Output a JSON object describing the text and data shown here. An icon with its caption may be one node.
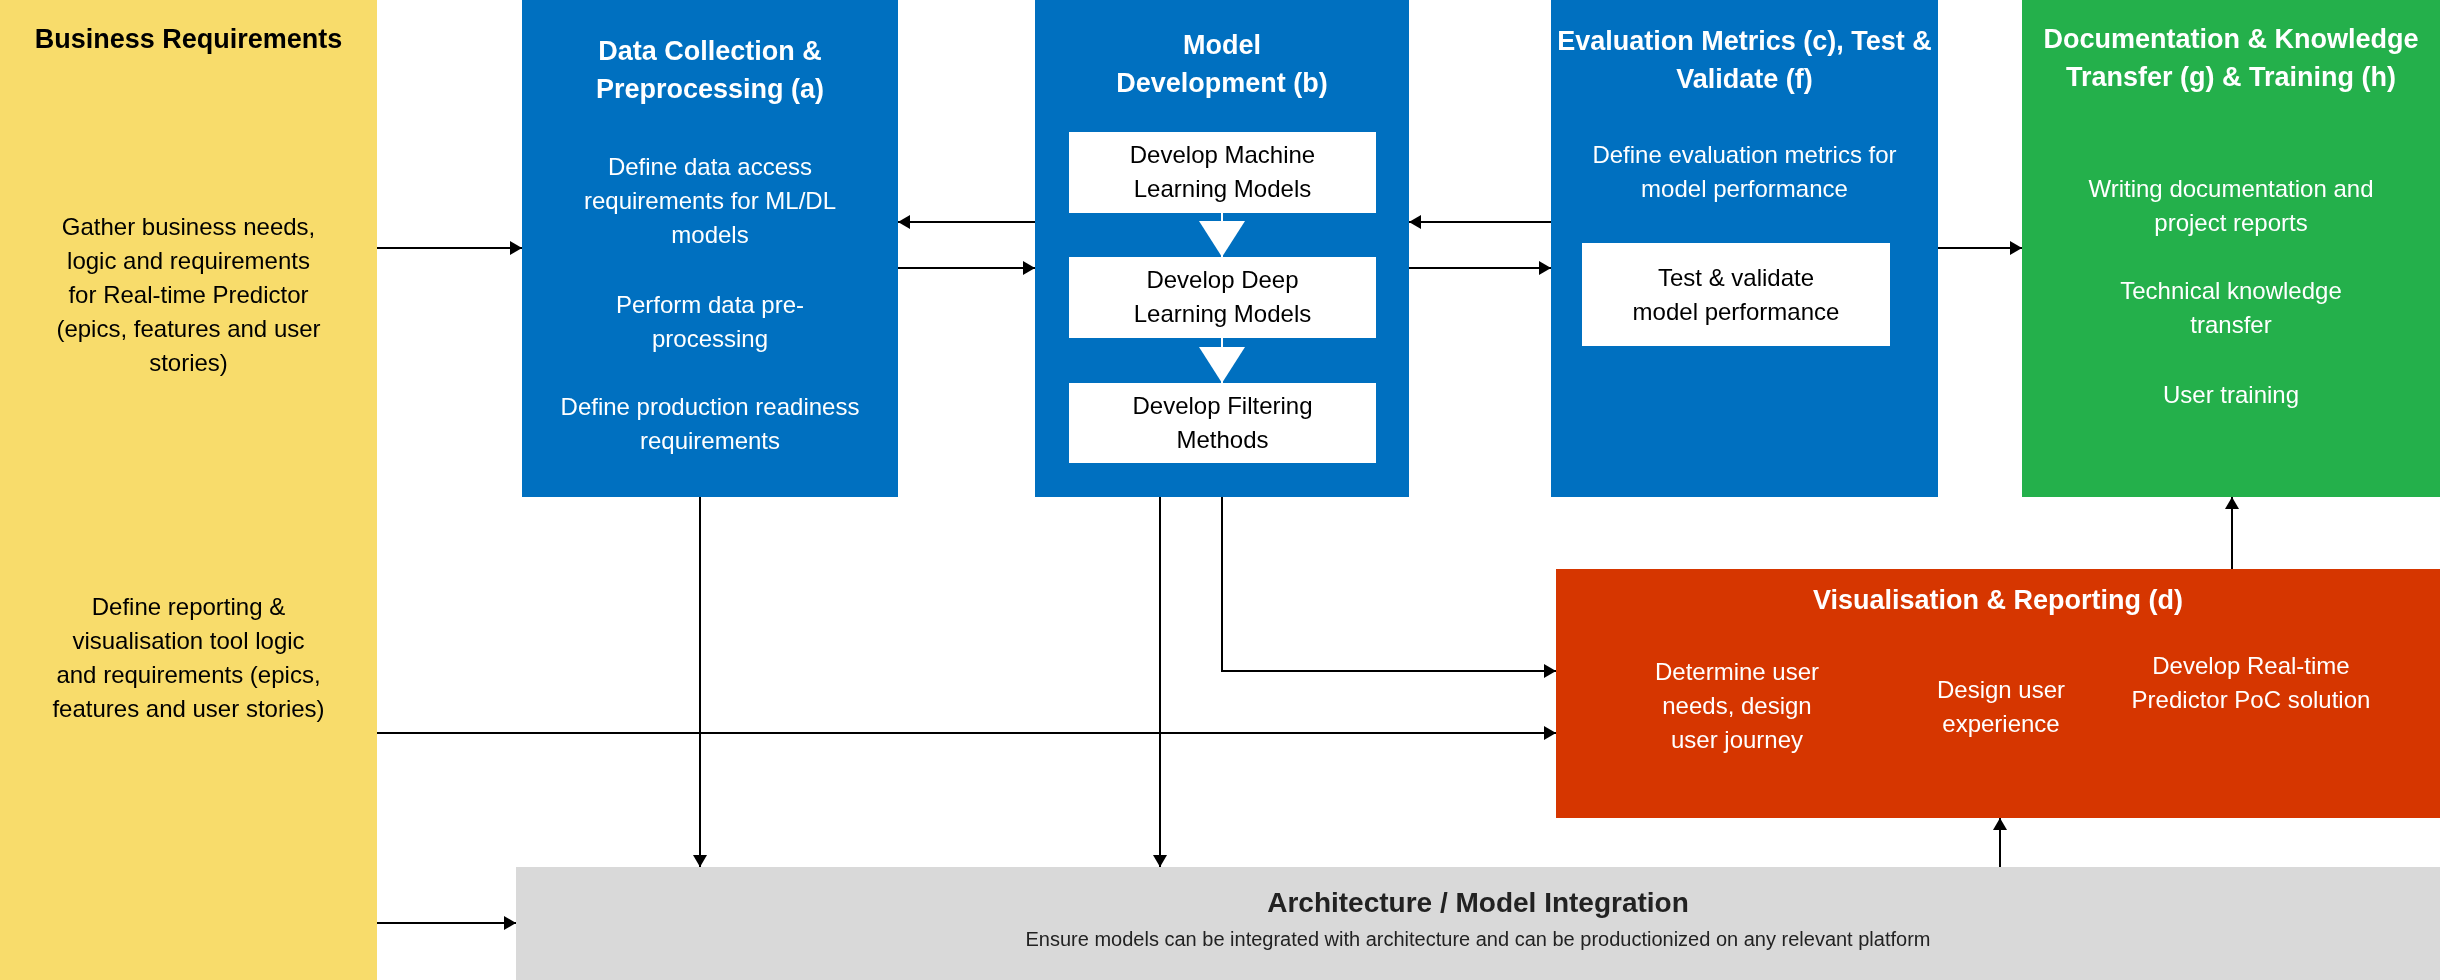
{
  "diagram": {
    "nodes": [
      {
        "text": [
          "Business Requirements",
          "Gather business needs, logic and requirements for Real-time Predictor (epics, features and user stories)",
          "Define reporting & visualisation tool logic and requirements (epics, features and user stories)"
        ]
      },
      {
        "text": [
          "Data Collection & Preprocessing (a)",
          "Define data access requirements for ML/DL models",
          "Perform data pre-processing",
          "Define production readiness requirements"
        ]
      },
      {
        "text": [
          "Model Development (b)"
        ]
      },
      {
        "text": [
          "Develop Machine Learning Models"
        ],
        "in": 2
      },
      {
        "text": [
          "Develop Deep Learning Models"
        ],
        "in": 2
      },
      {
        "text": [
          "Develop Filtering Methods"
        ],
        "in": 2
      },
      {
        "text": [
          "Evaluation Metrics (c), Test & Validate (f)",
          "Define evaluation metrics for model performance"
        ]
      },
      {
        "text": [
          "Test & validate model performance"
        ],
        "in": 6
      },
      {
        "text": [
          "Documentation & Knowledge Transfer (g) & Training (h)",
          "Writing documentation and project reports",
          "Technical knowledge transfer",
          "User training"
        ]
      },
      {
        "text": [
          "Visualisation & Reporting (d)",
          "Determine user needs, design user journey",
          "Design user experience",
          "Develop Real-time Predictor PoC solution"
        ]
      },
      {
        "text": [
          "Architecture / Model Integration",
          "Ensure models can be integrated with architecture and can be productionized on any relevant platform"
        ]
      }
    ],
    "edges": [
      {
        "from": 0,
        "to": 1,
        "arrow": "to"
      },
      {
        "from": 2,
        "to": 1,
        "arrow": "to"
      },
      {
        "from": 1,
        "to": 2,
        "arrow": "to"
      },
      {
        "from": 6,
        "to": 2,
        "arrow": "to"
      },
      {
        "from": 2,
        "to": 6,
        "arrow": "to"
      },
      {
        "from": 6,
        "to": 8,
        "arrow": "to"
      },
      {
        "from": 3,
        "to": 4,
        "arrow": "to",
        "color": "#ffffff"
      },
      {
        "from": 4,
        "to": 5,
        "arrow": "to",
        "color": "#ffffff"
      },
      {
        "from": 1,
        "to": 10,
        "arrow": "to"
      },
      {
        "from": 2,
        "to": 10,
        "arrow": "to"
      },
      {
        "from": 2,
        "to": 9,
        "arrow": "to"
      },
      {
        "from": 0,
        "to": 9,
        "arrow": "to"
      },
      {
        "from": 0,
        "to": 10,
        "arrow": "to"
      },
      {
        "from": 10,
        "to": 9,
        "arrow": "to"
      },
      {
        "from": 9,
        "to": 8,
        "arrow": "to"
      }
    ]
  }
}
